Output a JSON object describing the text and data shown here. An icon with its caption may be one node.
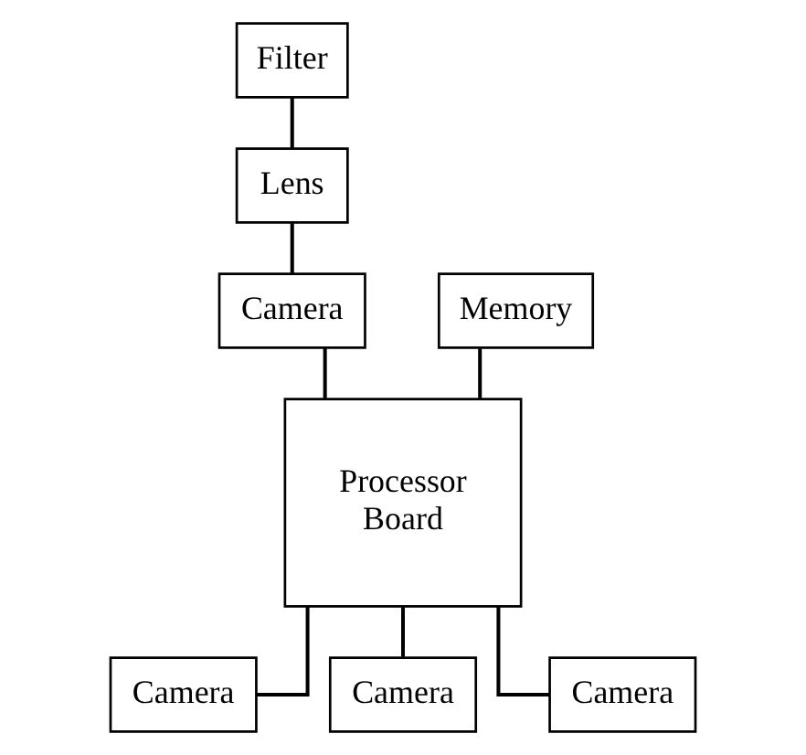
{
  "diagram": {
    "nodes": [
      {
        "text": [
          "Filter"
        ]
      },
      {
        "text": [
          "Lens"
        ]
      },
      {
        "text": [
          "Camera"
        ]
      },
      {
        "text": [
          "Memory"
        ]
      },
      {
        "text": [
          "Processor Board"
        ]
      },
      {
        "text": [
          "Camera"
        ]
      },
      {
        "text": [
          "Camera"
        ]
      },
      {
        "text": [
          "Camera"
        ]
      }
    ],
    "edges": [
      {
        "from": 0,
        "to": 1,
        "arrow": "none"
      },
      {
        "from": 1,
        "to": 2,
        "arrow": "none"
      },
      {
        "from": 2,
        "to": 4,
        "arrow": "none"
      },
      {
        "from": 4,
        "to": 3,
        "arrow": "none"
      },
      {
        "from": 4,
        "to": 5,
        "arrow": "none"
      },
      {
        "from": 4,
        "to": 6,
        "arrow": "none"
      },
      {
        "from": 4,
        "to": 7,
        "arrow": "none"
      }
    ]
  }
}
